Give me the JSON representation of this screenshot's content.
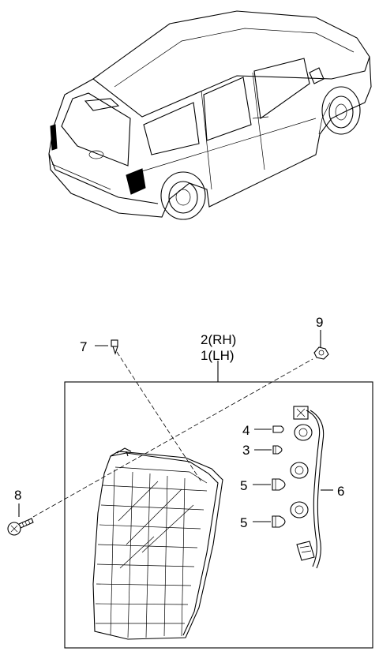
{
  "callouts": {
    "part_7": "7",
    "part_2": "2(RH)",
    "part_1": "1(LH)",
    "part_9": "9",
    "part_4": "4",
    "part_3": "3",
    "part_5a": "5",
    "part_5b": "5",
    "part_6": "6",
    "part_8": "8"
  }
}
